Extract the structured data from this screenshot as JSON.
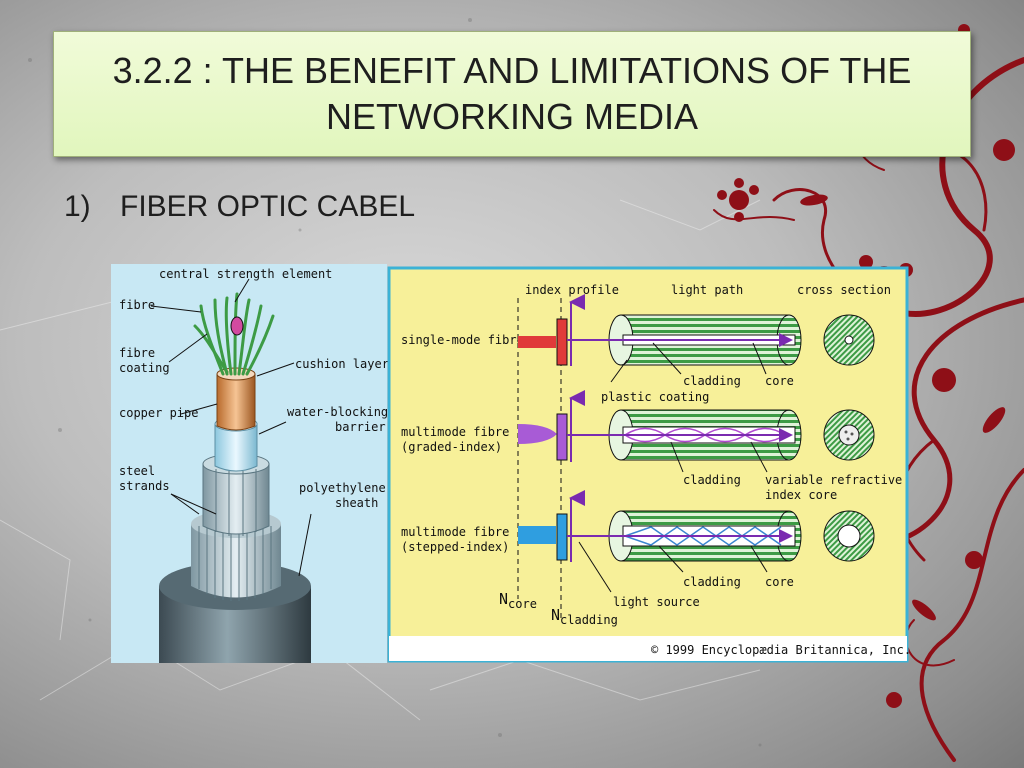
{
  "slide": {
    "title": "3.2.2 : THE BENEFIT AND LIMITATIONS OF THE NETWORKING MEDIA",
    "bullet_number": "1)",
    "bullet_text": "FIBER OPTIC CABEL"
  },
  "cable": {
    "labels": {
      "central_strength": "central strength element",
      "fibre": "fibre",
      "fibre_coating_1": "fibre",
      "fibre_coating_2": "coating",
      "cushion": "cushion layer",
      "copper": "copper pipe",
      "water_1": "water-blocking",
      "water_2": "barrier",
      "steel_1": "steel",
      "steel_2": "strands",
      "poly_1": "polyethylene",
      "poly_2": "sheath"
    }
  },
  "panel": {
    "headers": {
      "index_profile": "index profile",
      "light_path": "light path",
      "cross_section": "cross section"
    },
    "rows": [
      {
        "line1": "single-mode fibre",
        "line2": "",
        "note_a": "cladding",
        "note_b": "core",
        "note_b2": ""
      },
      {
        "line1": "multimode fibre",
        "line2": "(graded-index)",
        "note_a": "cladding",
        "note_b": "variable refractive",
        "note_b2": "index core"
      },
      {
        "line1": "multimode fibre",
        "line2": "(stepped-index)",
        "note_a": "cladding",
        "note_b": "core",
        "note_b2": ""
      }
    ],
    "plastic_coating": "plastic coating",
    "light_source": "light source",
    "n_core": "N",
    "n_core_sub": "core",
    "n_cladding": "N",
    "n_cladding_sub": "cladding",
    "copyright": "© 1999 Encyclopædia Britannica, Inc."
  },
  "colors": {
    "title_bg": "#e5f7c5",
    "panel_bg": "#f7f099",
    "left_bg": "#c8e8f4",
    "fibre_green": "#3d9b45",
    "floral_red": "#8e0f17"
  }
}
